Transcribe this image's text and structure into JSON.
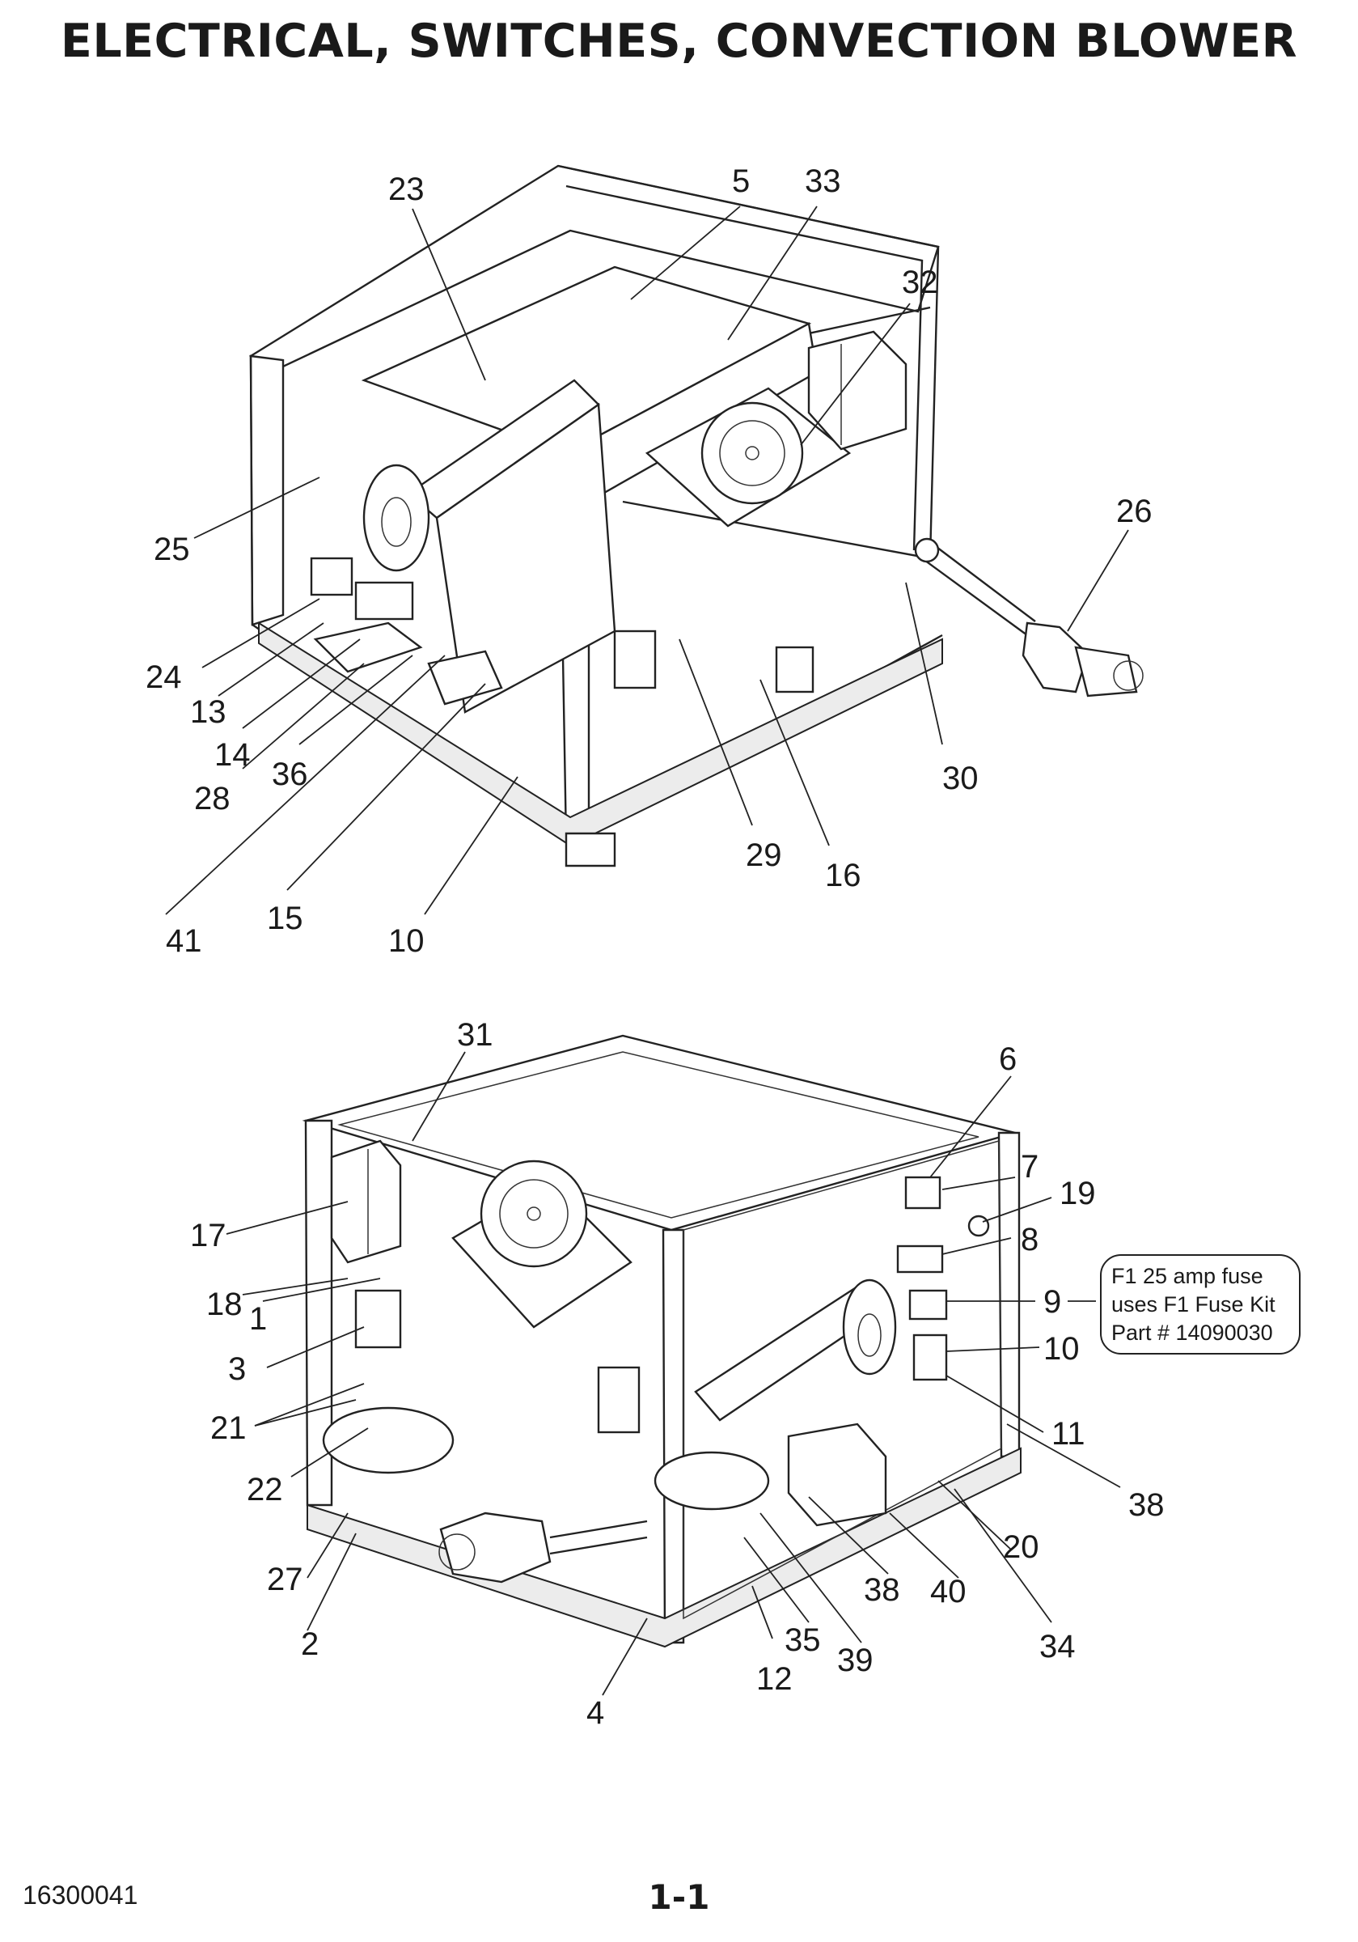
{
  "title": "ELECTRICAL, SWITCHES, CONVECTION BLOWER",
  "doc_number": "16300041",
  "page_number": "1-1",
  "note": {
    "lines": [
      "F1 25 amp fuse",
      "uses F1 Fuse Kit",
      "Part # 14090030"
    ]
  },
  "top_view": {
    "callouts": [
      "23",
      "5",
      "33",
      "32",
      "26",
      "25",
      "24",
      "13",
      "14",
      "28",
      "36",
      "30",
      "29",
      "16",
      "41",
      "15",
      "10"
    ]
  },
  "bottom_view": {
    "callouts": [
      "31",
      "6",
      "7",
      "19",
      "8",
      "9",
      "10",
      "11",
      "38",
      "17",
      "18",
      "1",
      "3",
      "21",
      "22",
      "27",
      "2",
      "4",
      "12",
      "35",
      "39",
      "38",
      "40",
      "20",
      "34"
    ]
  }
}
